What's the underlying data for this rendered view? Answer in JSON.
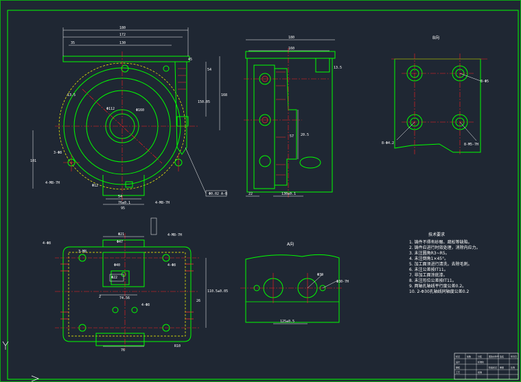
{
  "drawing": {
    "background": "#1f2733",
    "colors": {
      "frame": "#00ff00",
      "outline": "#00ff00",
      "hidden": "#ffff00",
      "center": "#ff2020",
      "dimension": "#ffffff",
      "hatch": "#ff3333"
    },
    "front_view": {
      "dims": [
        "180",
        "172",
        "130",
        "35",
        "45",
        "13.5",
        "54",
        "168",
        "101",
        "150.05",
        "3-Φ8",
        "4-M8-7H",
        "Φ112",
        "Φ160",
        "54",
        "76±0.1",
        "95",
        "4-M8-7H",
        "Φ12",
        "Φ0.02 A-B"
      ]
    },
    "side_view": {
      "dims": [
        "180",
        "160",
        "13.5",
        "57",
        "20.5",
        "22",
        "130±0.1"
      ]
    },
    "view_b": {
      "label": "B向",
      "dims": [
        "8-Φ5",
        "8-Φ4.2",
        "8-M5-7H"
      ]
    },
    "top_view": {
      "dims": [
        "Φ47",
        "Φ21",
        "4-M8-7H",
        "3-M8",
        "4-Φ8",
        "Φ22",
        "4-Φ8",
        "Φ40",
        "2",
        "74.56",
        "4-Φ8",
        "76",
        "R10",
        "110.5±0.05",
        "26"
      ]
    },
    "view_a": {
      "label": "A向",
      "dims": [
        "Φ30",
        "Φ30-7H",
        "125±0.5"
      ]
    },
    "technical_requirements": {
      "title": "技术要求",
      "items": [
        "1. 铸件不得有砂眼、疏松等缺陷。",
        "2. 铸件应进行时效处理，消除内应力。",
        "3. 未注圆角R3~R5。",
        "4. 未注倒角1×45°。",
        "5. 加工面须进行清洗，去除毛刺。",
        "6. 未注公差按IT11。",
        "7. 非加工面涂底漆。",
        "8. 未注形位公差按IT11。",
        "9. 两轴孔轴线平行度公差0.2。",
        "10. 2-Φ30孔轴线同轴度公差0.2"
      ]
    },
    "title_block": {
      "cells": [
        "标记",
        "处数",
        "分区",
        "更改文件号",
        "签名",
        "年月日",
        "设计",
        "标准化",
        "审核",
        "工艺",
        "批准",
        "阶段标记",
        "重量",
        "比例"
      ]
    }
  }
}
